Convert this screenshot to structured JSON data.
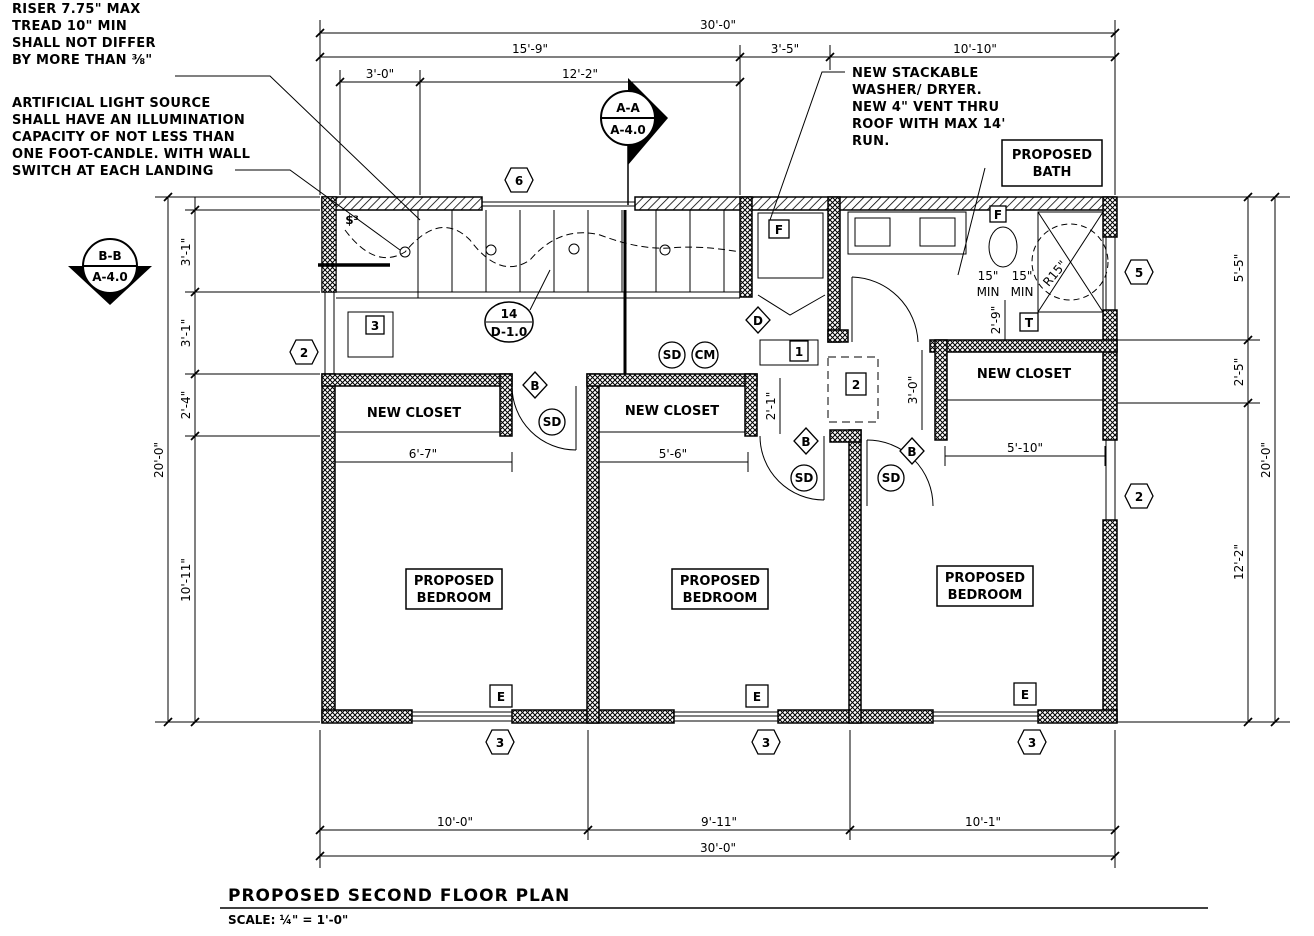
{
  "title": "PROPOSED SECOND FLOOR PLAN",
  "scale": "SCALE: ¼\" = 1'-0\"",
  "notes": {
    "riser": [
      "RISER 7.75\" MAX",
      "TREAD 10\" MIN",
      "SHALL NOT DIFFER",
      "BY MORE THAN ⅜\""
    ],
    "light": [
      "ARTIFICIAL LIGHT SOURCE",
      "SHALL HAVE AN ILLUMINATION",
      "CAPACITY OF NOT LESS THAN",
      "ONE FOOT-CANDLE. WITH WALL",
      "SWITCH AT EACH LANDING"
    ],
    "washer": [
      "NEW STACKABLE",
      "WASHER/ DRYER.",
      "NEW 4\" VENT THRU",
      "ROOF WITH MAX 14'",
      "RUN."
    ]
  },
  "rooms": {
    "bath": [
      "PROPOSED",
      "BATH"
    ],
    "bedroom": [
      "PROPOSED",
      "BEDROOM"
    ],
    "closet": "NEW CLOSET"
  },
  "sections": {
    "aa_top": "A-A",
    "aa_bottom": "A-4.0",
    "bb_top": "B-B",
    "bb_bottom": "A-4.0"
  },
  "detail": {
    "top": "14",
    "bottom": "D-1.0"
  },
  "tags": {
    "sd": "SD",
    "cm": "CM",
    "b": "B",
    "d": "D",
    "e": "E",
    "t": "T",
    "f": "F",
    "one": "1",
    "two": "2",
    "three": "3",
    "five": "5",
    "six": "6",
    "switch": "$³"
  },
  "dims": {
    "overall": "30'-0\"",
    "top_a": "15'-9\"",
    "top_b": "3'-5\"",
    "top_c": "10'-10\"",
    "stair_a": "3'-0\"",
    "stair_b": "12'-2\"",
    "left_a": "3'-1\"",
    "left_b": "3'-1\"",
    "left_c": "2'-4\"",
    "left_d": "10'-11\"",
    "left_total": "20'-0\"",
    "right_a": "5'-5\"",
    "right_b": "2'-5\"",
    "right_c": "12'-2\"",
    "right_total": "20'-0\"",
    "closet1": "6'-7\"",
    "closet2": "5'-6\"",
    "closet3": "5'-10\"",
    "hall_a": "2'-1\"",
    "hall_b": "3'-0\"",
    "bath_v": "2'-9\"",
    "min15": "15\"",
    "min": "MIN",
    "r15": "R15\"",
    "bot_a": "10'-0\"",
    "bot_b": "9'-11\"",
    "bot_c": "10'-1\""
  }
}
